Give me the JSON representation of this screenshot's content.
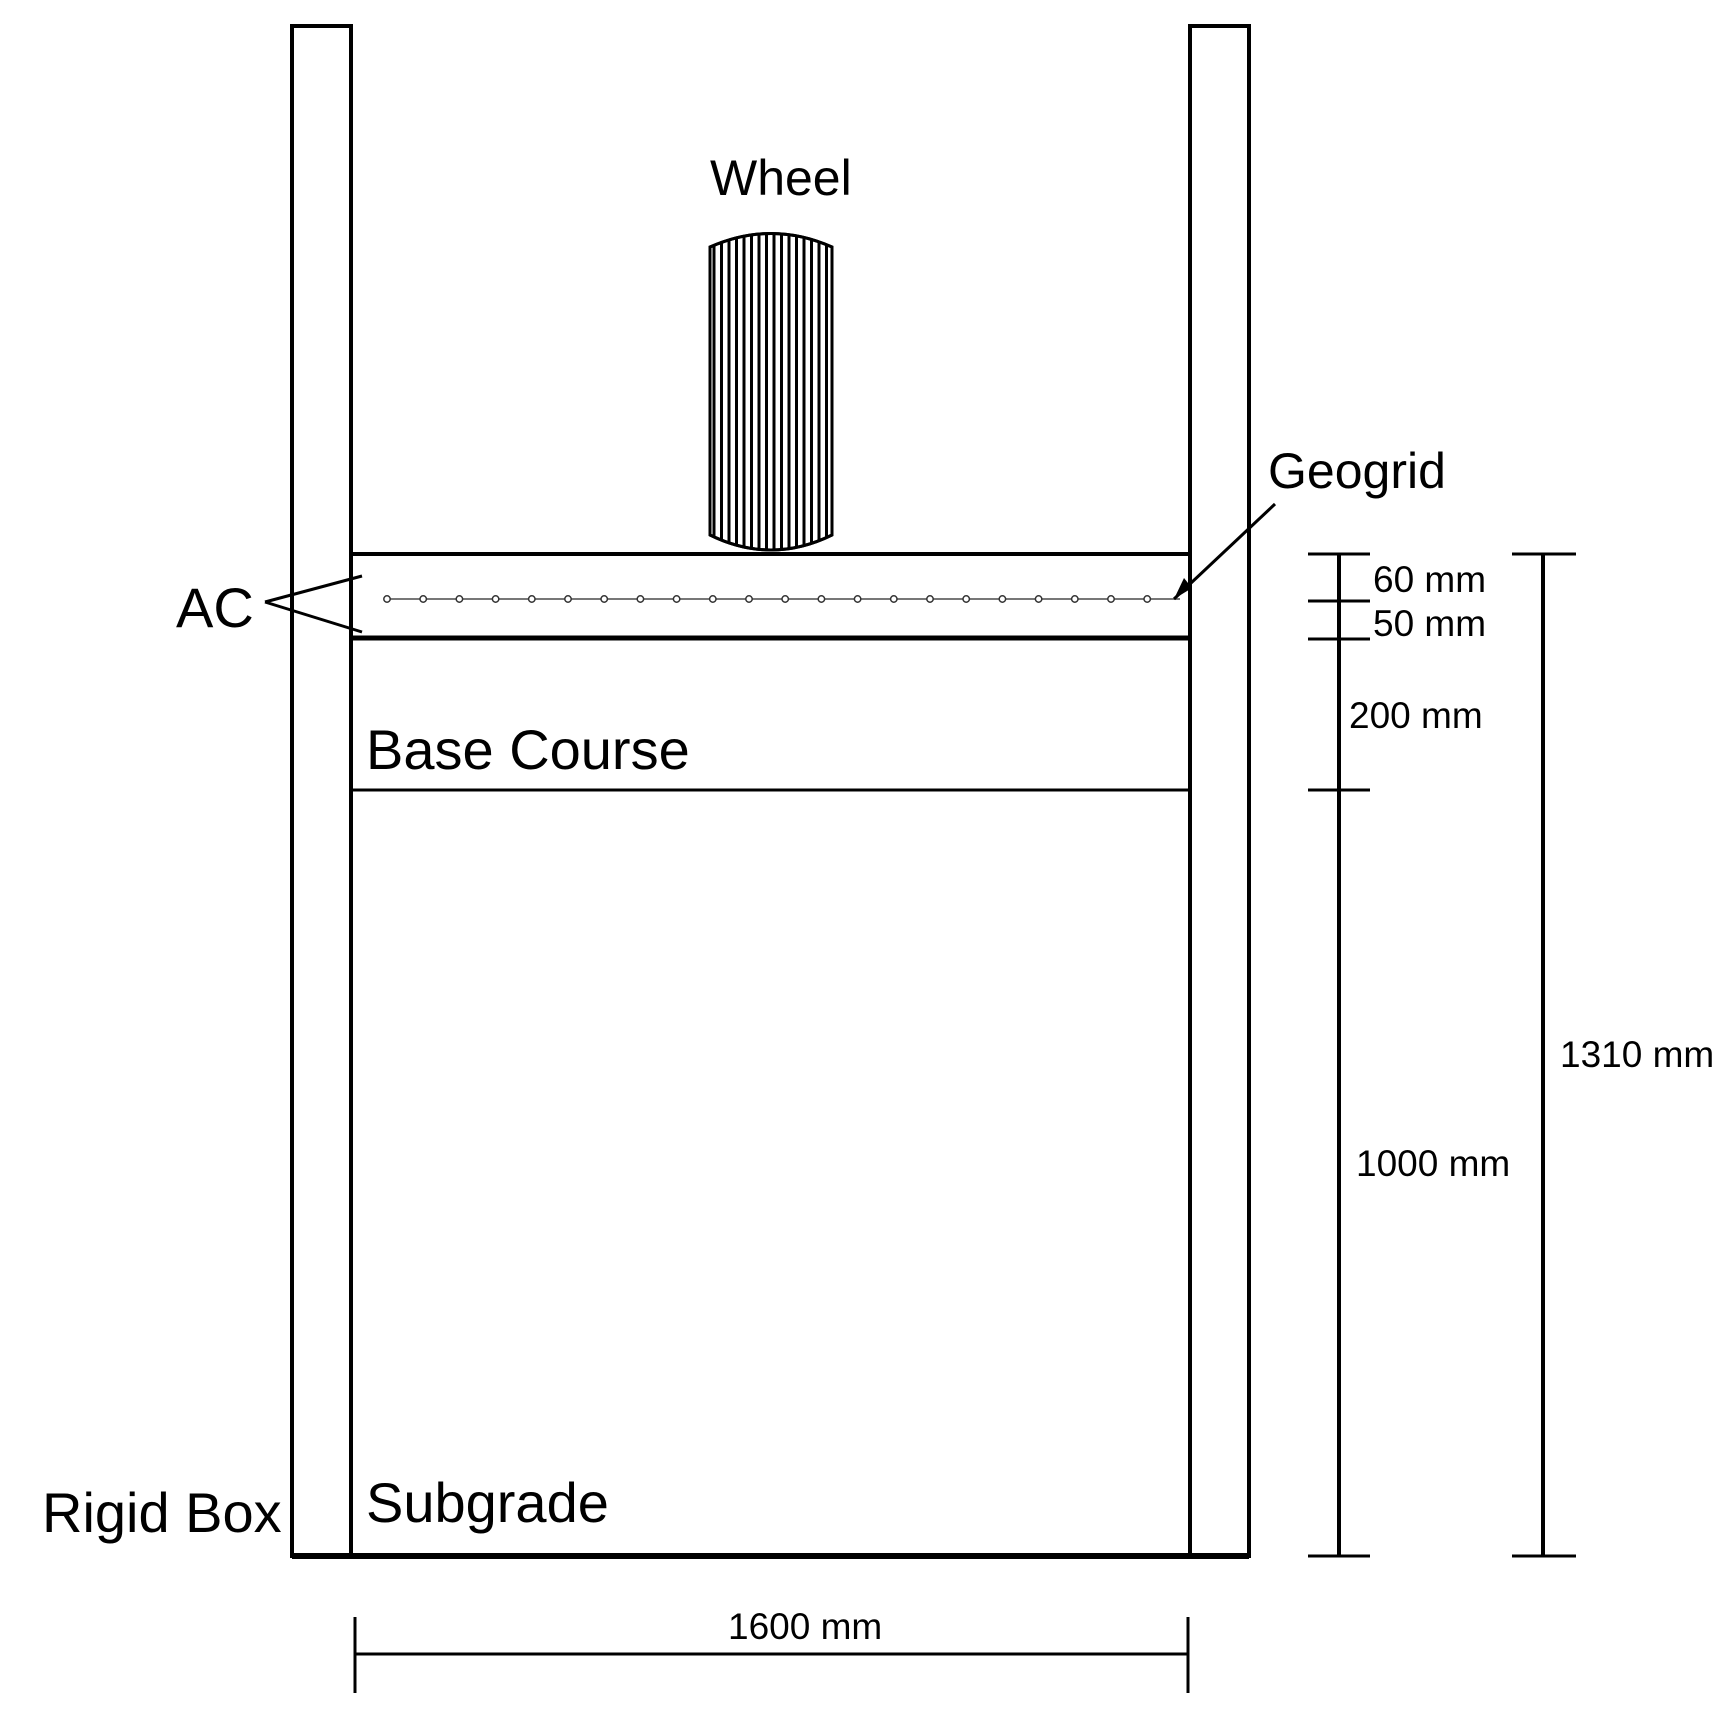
{
  "diagram": {
    "labels": {
      "wheel": "Wheel",
      "geogrid": "Geogrid",
      "ac": "AC",
      "base_course": "Base Course",
      "subgrade": "Subgrade",
      "rigid_box": "Rigid Box"
    },
    "dimensions": {
      "ac_top": "60 mm",
      "ac_bottom": "50 mm",
      "base_course": "200 mm",
      "subgrade": "1000 mm",
      "total_height": "1310 mm",
      "width": "1600 mm"
    },
    "colors": {
      "line": "#000000",
      "geogrid": "#777777",
      "background": "#ffffff"
    }
  }
}
